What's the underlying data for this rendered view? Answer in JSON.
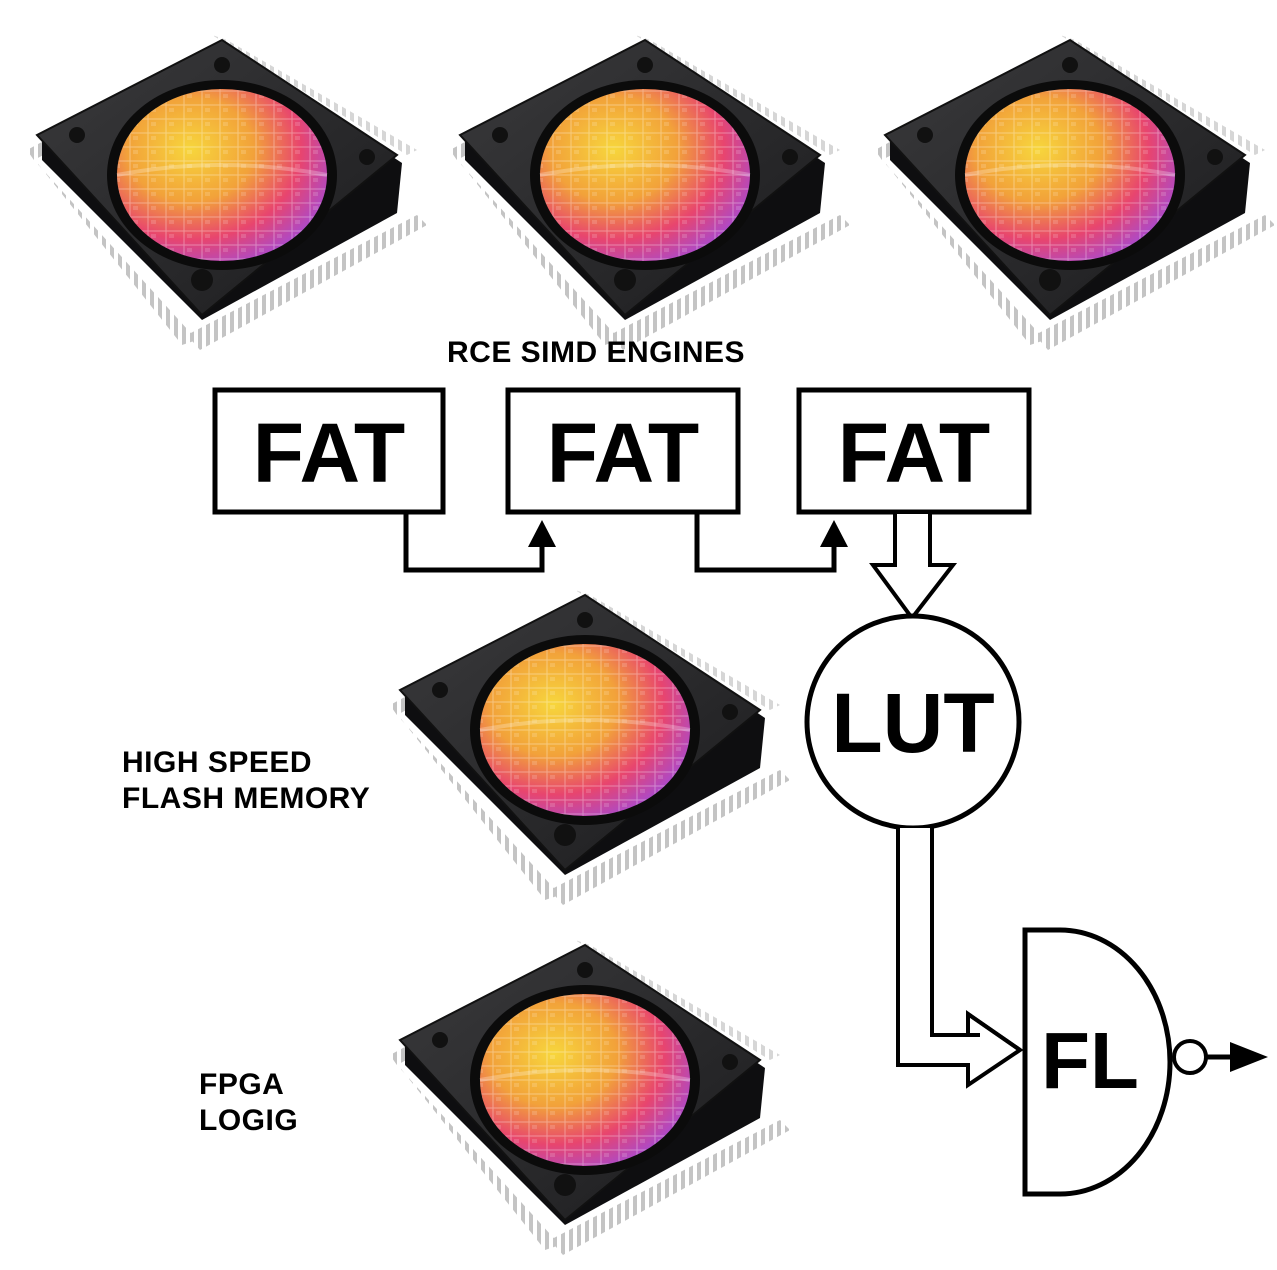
{
  "labels": {
    "simd_engines": "RCE SIMD ENGINES",
    "flash_line1": "HIGH SPEED",
    "flash_line2": "FLASH MEMORY",
    "fpga_line1": "FPGA",
    "fpga_line2": "LOGIG"
  },
  "blocks": {
    "fat1": "FAT",
    "fat2": "FAT",
    "fat3": "FAT",
    "lut": "LUT",
    "fl": "FL"
  },
  "colors": {
    "chip_body": "#2b2b2d",
    "chip_pin": "#c8c8c8",
    "wafer_gold": "#f2b13a",
    "wafer_pink": "#e8456e",
    "wafer_purple": "#a24ad8",
    "line": "#000000"
  }
}
